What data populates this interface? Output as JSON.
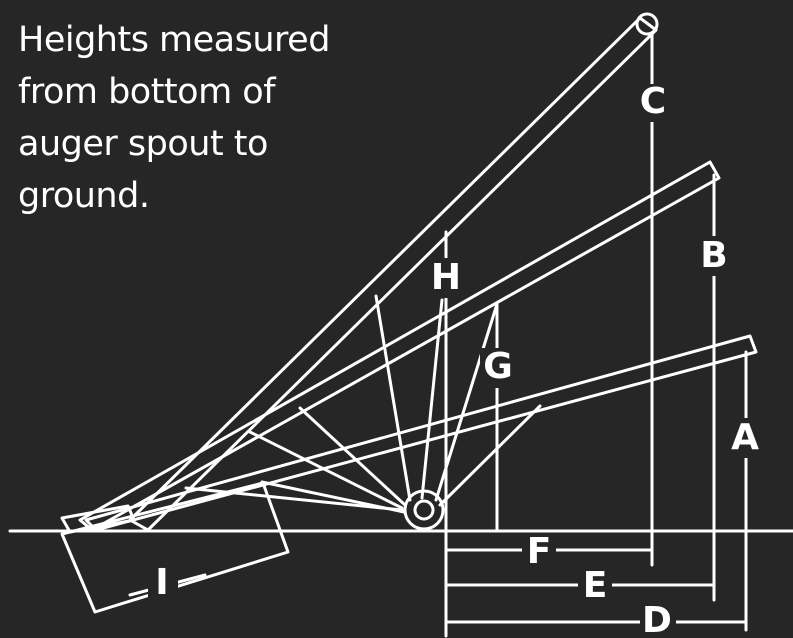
{
  "caption": {
    "lines": [
      "Heights measured",
      "from bottom of",
      "auger spout to",
      "ground."
    ]
  },
  "labels": {
    "A": "A",
    "B": "B",
    "C": "C",
    "D": "D",
    "E": "E",
    "F": "F",
    "G": "G",
    "H": "H",
    "I": "I"
  },
  "colors": {
    "background": "#262626",
    "line": "#ffffff"
  }
}
